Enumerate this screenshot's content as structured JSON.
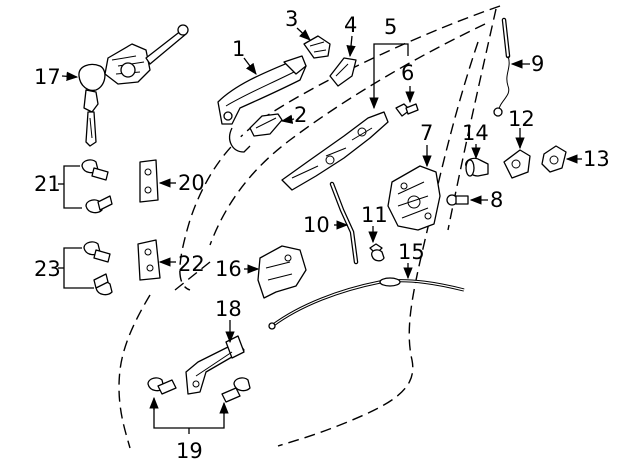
{
  "callouts": {
    "c1": "1",
    "c2": "2",
    "c3": "3",
    "c4": "4",
    "c5": "5",
    "c6": "6",
    "c7": "7",
    "c8": "8",
    "c9": "9",
    "c10": "10",
    "c11": "11",
    "c12": "12",
    "c13": "13",
    "c14": "14",
    "c15": "15",
    "c16": "16",
    "c17": "17",
    "c18": "18",
    "c19": "19",
    "c20": "20",
    "c21": "21",
    "c22": "22",
    "c23": "23"
  },
  "icons": {
    "door-outline": "door-outline",
    "outside-handle": "outside-handle-icon",
    "lock-cylinder": "lock-cylinder-icon",
    "door-latch": "door-latch-icon",
    "door-check": "door-check-icon"
  }
}
